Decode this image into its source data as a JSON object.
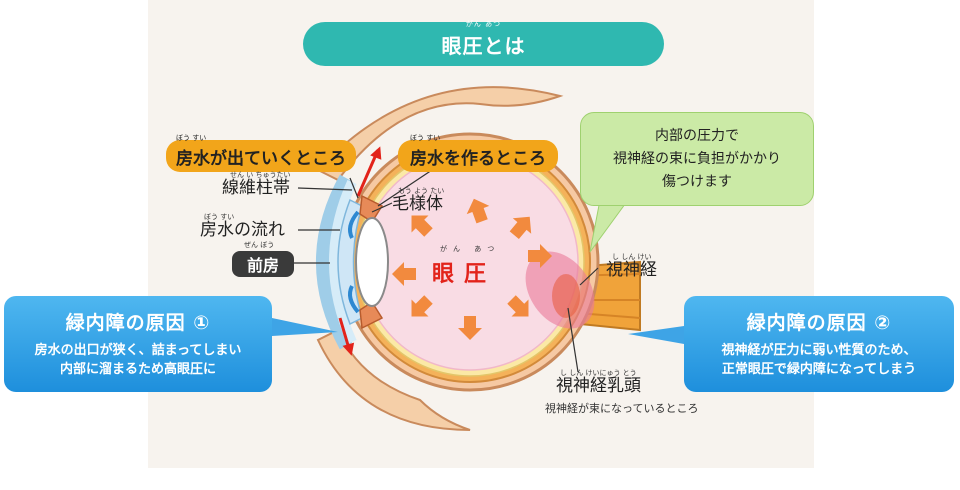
{
  "title": {
    "text": "眼圧とは",
    "ruby": "がん あつ"
  },
  "labels": {
    "outflow": {
      "text": "房水が出ていくところ",
      "ruby": "ぼう すい"
    },
    "produce": {
      "text": "房水を作るところ",
      "ruby": "ぼう すい"
    },
    "trabecular": {
      "text": "線維柱帯",
      "ruby": "せん い ちゅうたい"
    },
    "ciliary": {
      "text": "毛様体",
      "ruby": "もう よう たい"
    },
    "flow": {
      "text": "房水の流れ",
      "ruby": "ぼう すい"
    },
    "chamber": {
      "text": "前房",
      "ruby": "ぜん ぼう"
    },
    "pressure": {
      "text": "眼圧",
      "ruby": "がん あつ"
    },
    "nerve": {
      "text": "視神経",
      "ruby": "し しん けい"
    },
    "disc": {
      "text": "視神経乳頭",
      "ruby": "し しん けいにゅう とう"
    },
    "disc_note": "視神経が束になっているところ"
  },
  "bubble": {
    "lines": [
      "内部の圧力で",
      "視神経の束に負担がかかり",
      "傷つけます"
    ]
  },
  "cause1": {
    "title": "緑内障の原因 ①",
    "lines": [
      "房水の出口が狭く、詰まってしまい",
      "内部に溜まるため高眼圧に"
    ]
  },
  "cause2": {
    "title": "緑内障の原因 ②",
    "lines": [
      "視神経が圧力に弱い性質のため、",
      "正常眼圧で緑内障になってしまう"
    ]
  },
  "colors": {
    "teal": "#2fb8b0",
    "orange": "#f2a51a",
    "blue": "#1e8fdc",
    "green": "#cbeaa6",
    "red": "#e2231a"
  }
}
